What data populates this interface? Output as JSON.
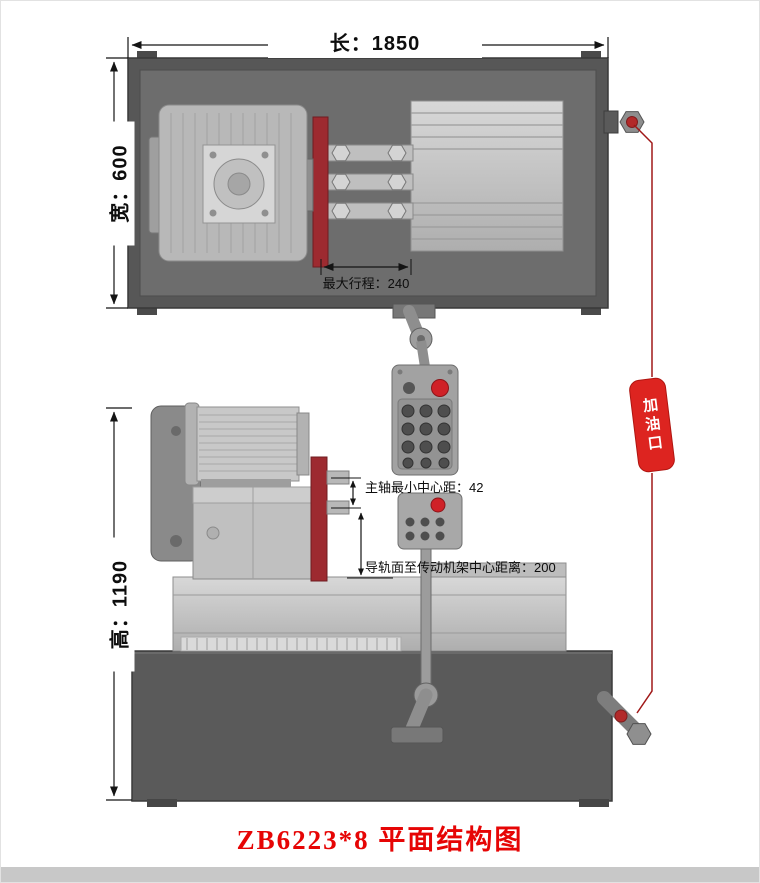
{
  "title": {
    "text": "ZB6223*8 平面结构图"
  },
  "dimensions": {
    "length_label": "长：1850",
    "width_label": "宽：600",
    "height_label": "高：1190",
    "max_stroke_label": "最大行程：240",
    "spindle_center_label": "主轴最小中心距：42",
    "rail_center_label": "导轨面至传动机架中心距离：200"
  },
  "callouts": {
    "oil_port_label": "加油口"
  },
  "colors": {
    "title_red": "#e60505",
    "callout_red": "#dd2420",
    "flange_red": "#9d2a30",
    "button_red": "#cf2127",
    "leader_red": "#a01818",
    "frame_gray": "#575757",
    "machine_light_gray": "#c6c6c6"
  }
}
